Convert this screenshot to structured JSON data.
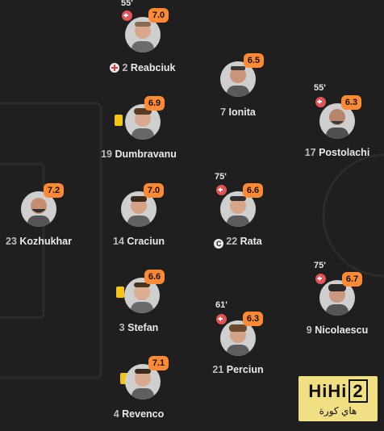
{
  "colors": {
    "background": "#1f1f1f",
    "rating": "#ff8a33",
    "pitch_lines": "#2c2c2c",
    "sub": "#e55454",
    "card": "#f3c316"
  },
  "players": [
    {
      "number": "55'",
      "id": "minute"
    },
    {
      "num": "2",
      "name": "Reabciuk",
      "rating": "7.0",
      "minute": "55'",
      "icon": "medical-icon"
    },
    {
      "num": "7",
      "name": "Ionita",
      "rating": "6.5"
    },
    {
      "num": "17",
      "name": "Postolachi",
      "rating": "6.3",
      "minute": "55'"
    },
    {
      "num": "19",
      "name": "Dumbravanu",
      "rating": "6.9",
      "icon": "yellow-card-icon"
    },
    {
      "num": "23",
      "name": "Kozhukhar",
      "rating": "7.2"
    },
    {
      "num": "14",
      "name": "Craciun",
      "rating": "7.0"
    },
    {
      "num": "22",
      "name": "Rata",
      "rating": "6.6",
      "minute": "75'",
      "icon": "captain-icon"
    },
    {
      "num": "9",
      "name": "Nicolaescu",
      "rating": "6.7",
      "minute": "75'"
    },
    {
      "num": "3",
      "name": "Stefan",
      "rating": "6.6",
      "icon": "yellow-card-icon"
    },
    {
      "num": "21",
      "name": "Perciun",
      "rating": "6.3",
      "minute": "61'"
    },
    {
      "num": "4",
      "name": "Revenco",
      "rating": "7.1",
      "icon": "yellow-card-icon"
    }
  ],
  "p": {
    "reabciuk": {
      "num": "2",
      "name": "Reabciuk",
      "rating": "7.0",
      "minute": "55'"
    },
    "ionita": {
      "num": "7",
      "name": "Ionita",
      "rating": "6.5"
    },
    "postolachi": {
      "num": "17",
      "name": "Postolachi",
      "rating": "6.3",
      "minute": "55'"
    },
    "dumbravanu": {
      "num": "19",
      "name": "Dumbravanu",
      "rating": "6.9"
    },
    "kozhukhar": {
      "num": "23",
      "name": "Kozhukhar",
      "rating": "7.2"
    },
    "craciun": {
      "num": "14",
      "name": "Craciun",
      "rating": "7.0"
    },
    "rata": {
      "num": "22",
      "name": "Rata",
      "rating": "6.6",
      "minute": "75'",
      "captain": "C"
    },
    "nicolaescu": {
      "num": "9",
      "name": "Nicolaescu",
      "rating": "6.7",
      "minute": "75'"
    },
    "stefan": {
      "num": "3",
      "name": "Stefan",
      "rating": "6.6"
    },
    "perciun": {
      "num": "21",
      "name": "Perciun",
      "rating": "6.3",
      "minute": "61'"
    },
    "revenco": {
      "num": "4",
      "name": "Revenco",
      "rating": "7.1"
    }
  },
  "watermark": {
    "brand": "HiHi",
    "brand_digit": "2",
    "tagline": "هاي كورة"
  }
}
